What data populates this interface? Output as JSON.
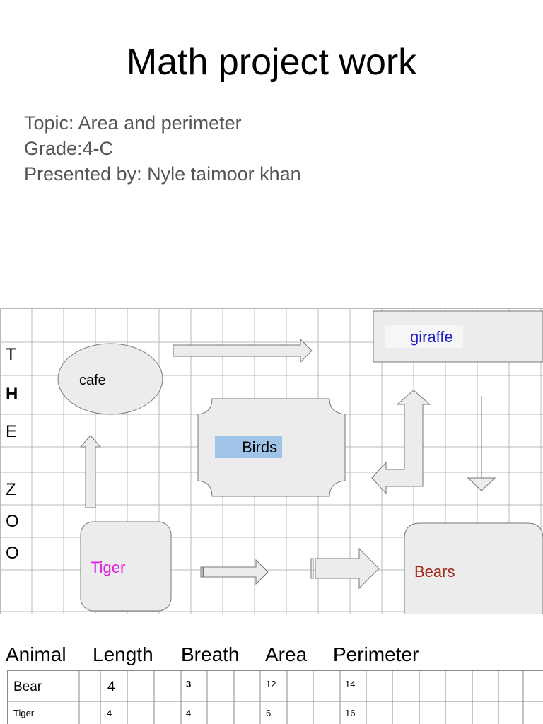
{
  "title": "Math project work",
  "info": {
    "topic": "Topic: Area and perimeter",
    "grade": "Grade:4-C",
    "presenter": "Presented by: Nyle taimoor khan"
  },
  "zoo_letters": [
    "T",
    "H",
    "E",
    "Z",
    "O",
    "O"
  ],
  "map_labels": {
    "cafe": "cafe",
    "giraffe": "giraffe",
    "birds": "Birds",
    "tiger": "Tiger",
    "bears": "Bears"
  },
  "colors": {
    "giraffe": "#2020c8",
    "tiger": "#e020e0",
    "bears": "#a02818",
    "birds_highlight": "#a0c4e8",
    "grid": "#b8b8b8",
    "shape_fill": "#ececec"
  },
  "table": {
    "headers": [
      "Animal",
      "Length",
      "Breath",
      "Area",
      "Perimeter"
    ],
    "rows": [
      [
        "Bear",
        "4",
        "3",
        "12",
        "14"
      ],
      [
        "Tiger",
        "4",
        "4",
        "6",
        "16"
      ]
    ]
  }
}
